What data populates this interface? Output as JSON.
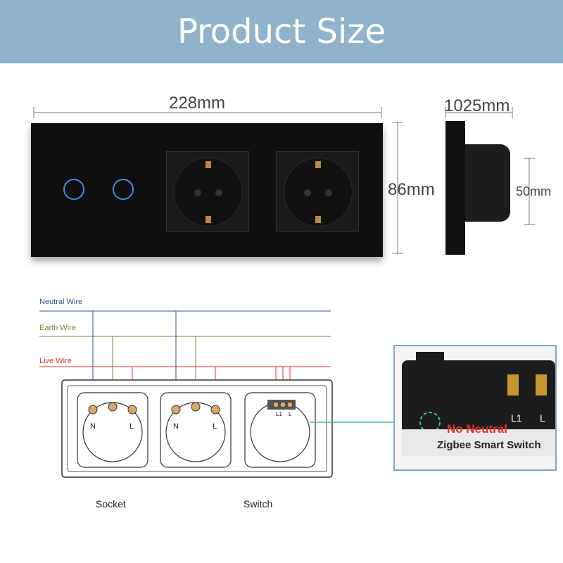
{
  "header": {
    "title": "Product Size"
  },
  "dimensions": {
    "width": "228mm",
    "depth": "1025mm",
    "height": "86mm",
    "box_height": "50mm"
  },
  "wiring": {
    "neutral_label": "Neutral Wire",
    "earth_label": "Earth Wire",
    "live_label": "Live Wire",
    "neutral_color": "#2f5597",
    "earth_color": "#7f7f3f",
    "live_color": "#e03030",
    "terminal_n": "N",
    "terminal_l": "L",
    "terminal_l1": "L1",
    "socket_caption": "Socket",
    "switch_caption": "Switch"
  },
  "zoom_callout": {
    "terminal_l1": "L1",
    "terminal_l": "L",
    "no_neutral": "No Neutral",
    "product_name": "Zigbee Smart Switch"
  },
  "colors": {
    "banner": "#8fb3cb",
    "touch_ring": "#3b8fe0"
  }
}
